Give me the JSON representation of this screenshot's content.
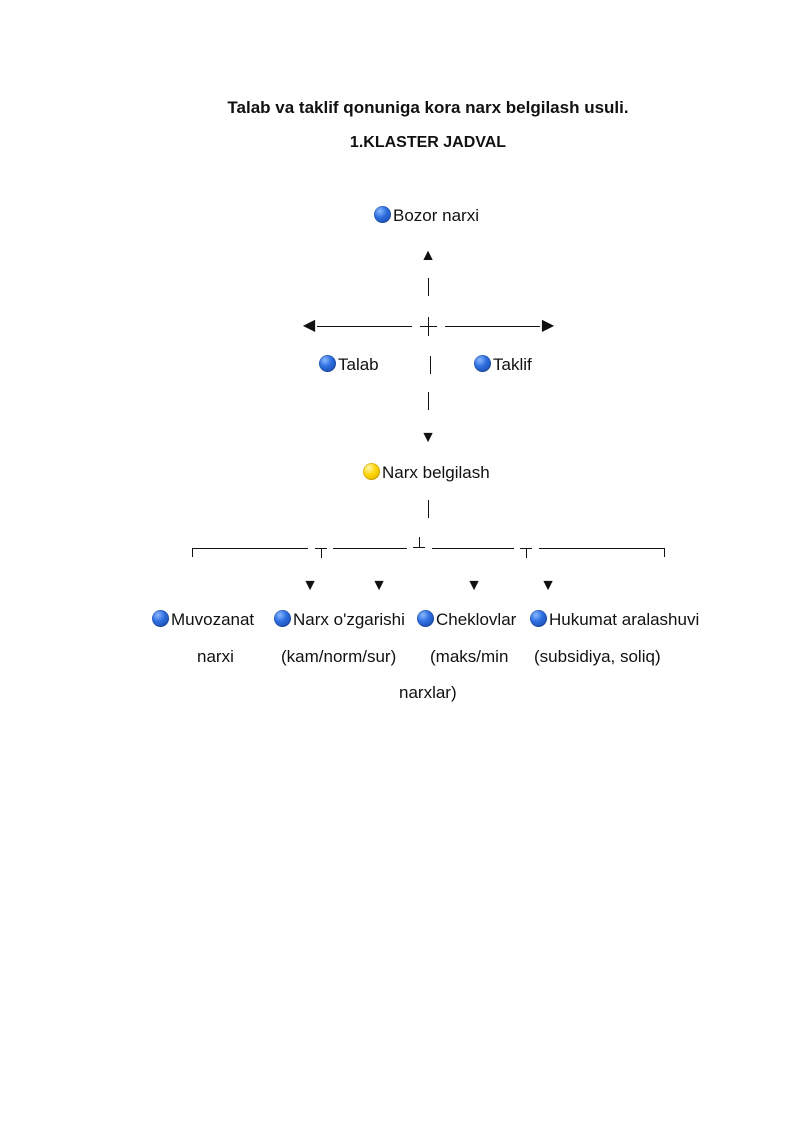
{
  "title": "Talab va taklif qonuniga kora narx belgilash usuli.",
  "subtitle": "1.KLASTER JADVAL",
  "nodes": {
    "top": "Bozor narxi",
    "left": "Talab",
    "right": "Taklif",
    "center": "Narx belgilash"
  },
  "branches": [
    {
      "line1": "Muvozanat",
      "line2": "narxi"
    },
    {
      "line1": "Narx o'zgarishi",
      "line2": "(kam/norm/sur)"
    },
    {
      "line1": "Cheklovlar",
      "line2": "(maks/min",
      "line3": "narxlar)"
    },
    {
      "line1": "Hukumat aralashuvi",
      "line2": "(subsidiya, soliq)"
    }
  ],
  "colors": {
    "bullet_primary": "#2f6fe0",
    "bullet_center": "#ffd400"
  },
  "icons": {
    "bullet": "blue-circle-icon",
    "center_bullet": "yellow-circle-icon"
  }
}
